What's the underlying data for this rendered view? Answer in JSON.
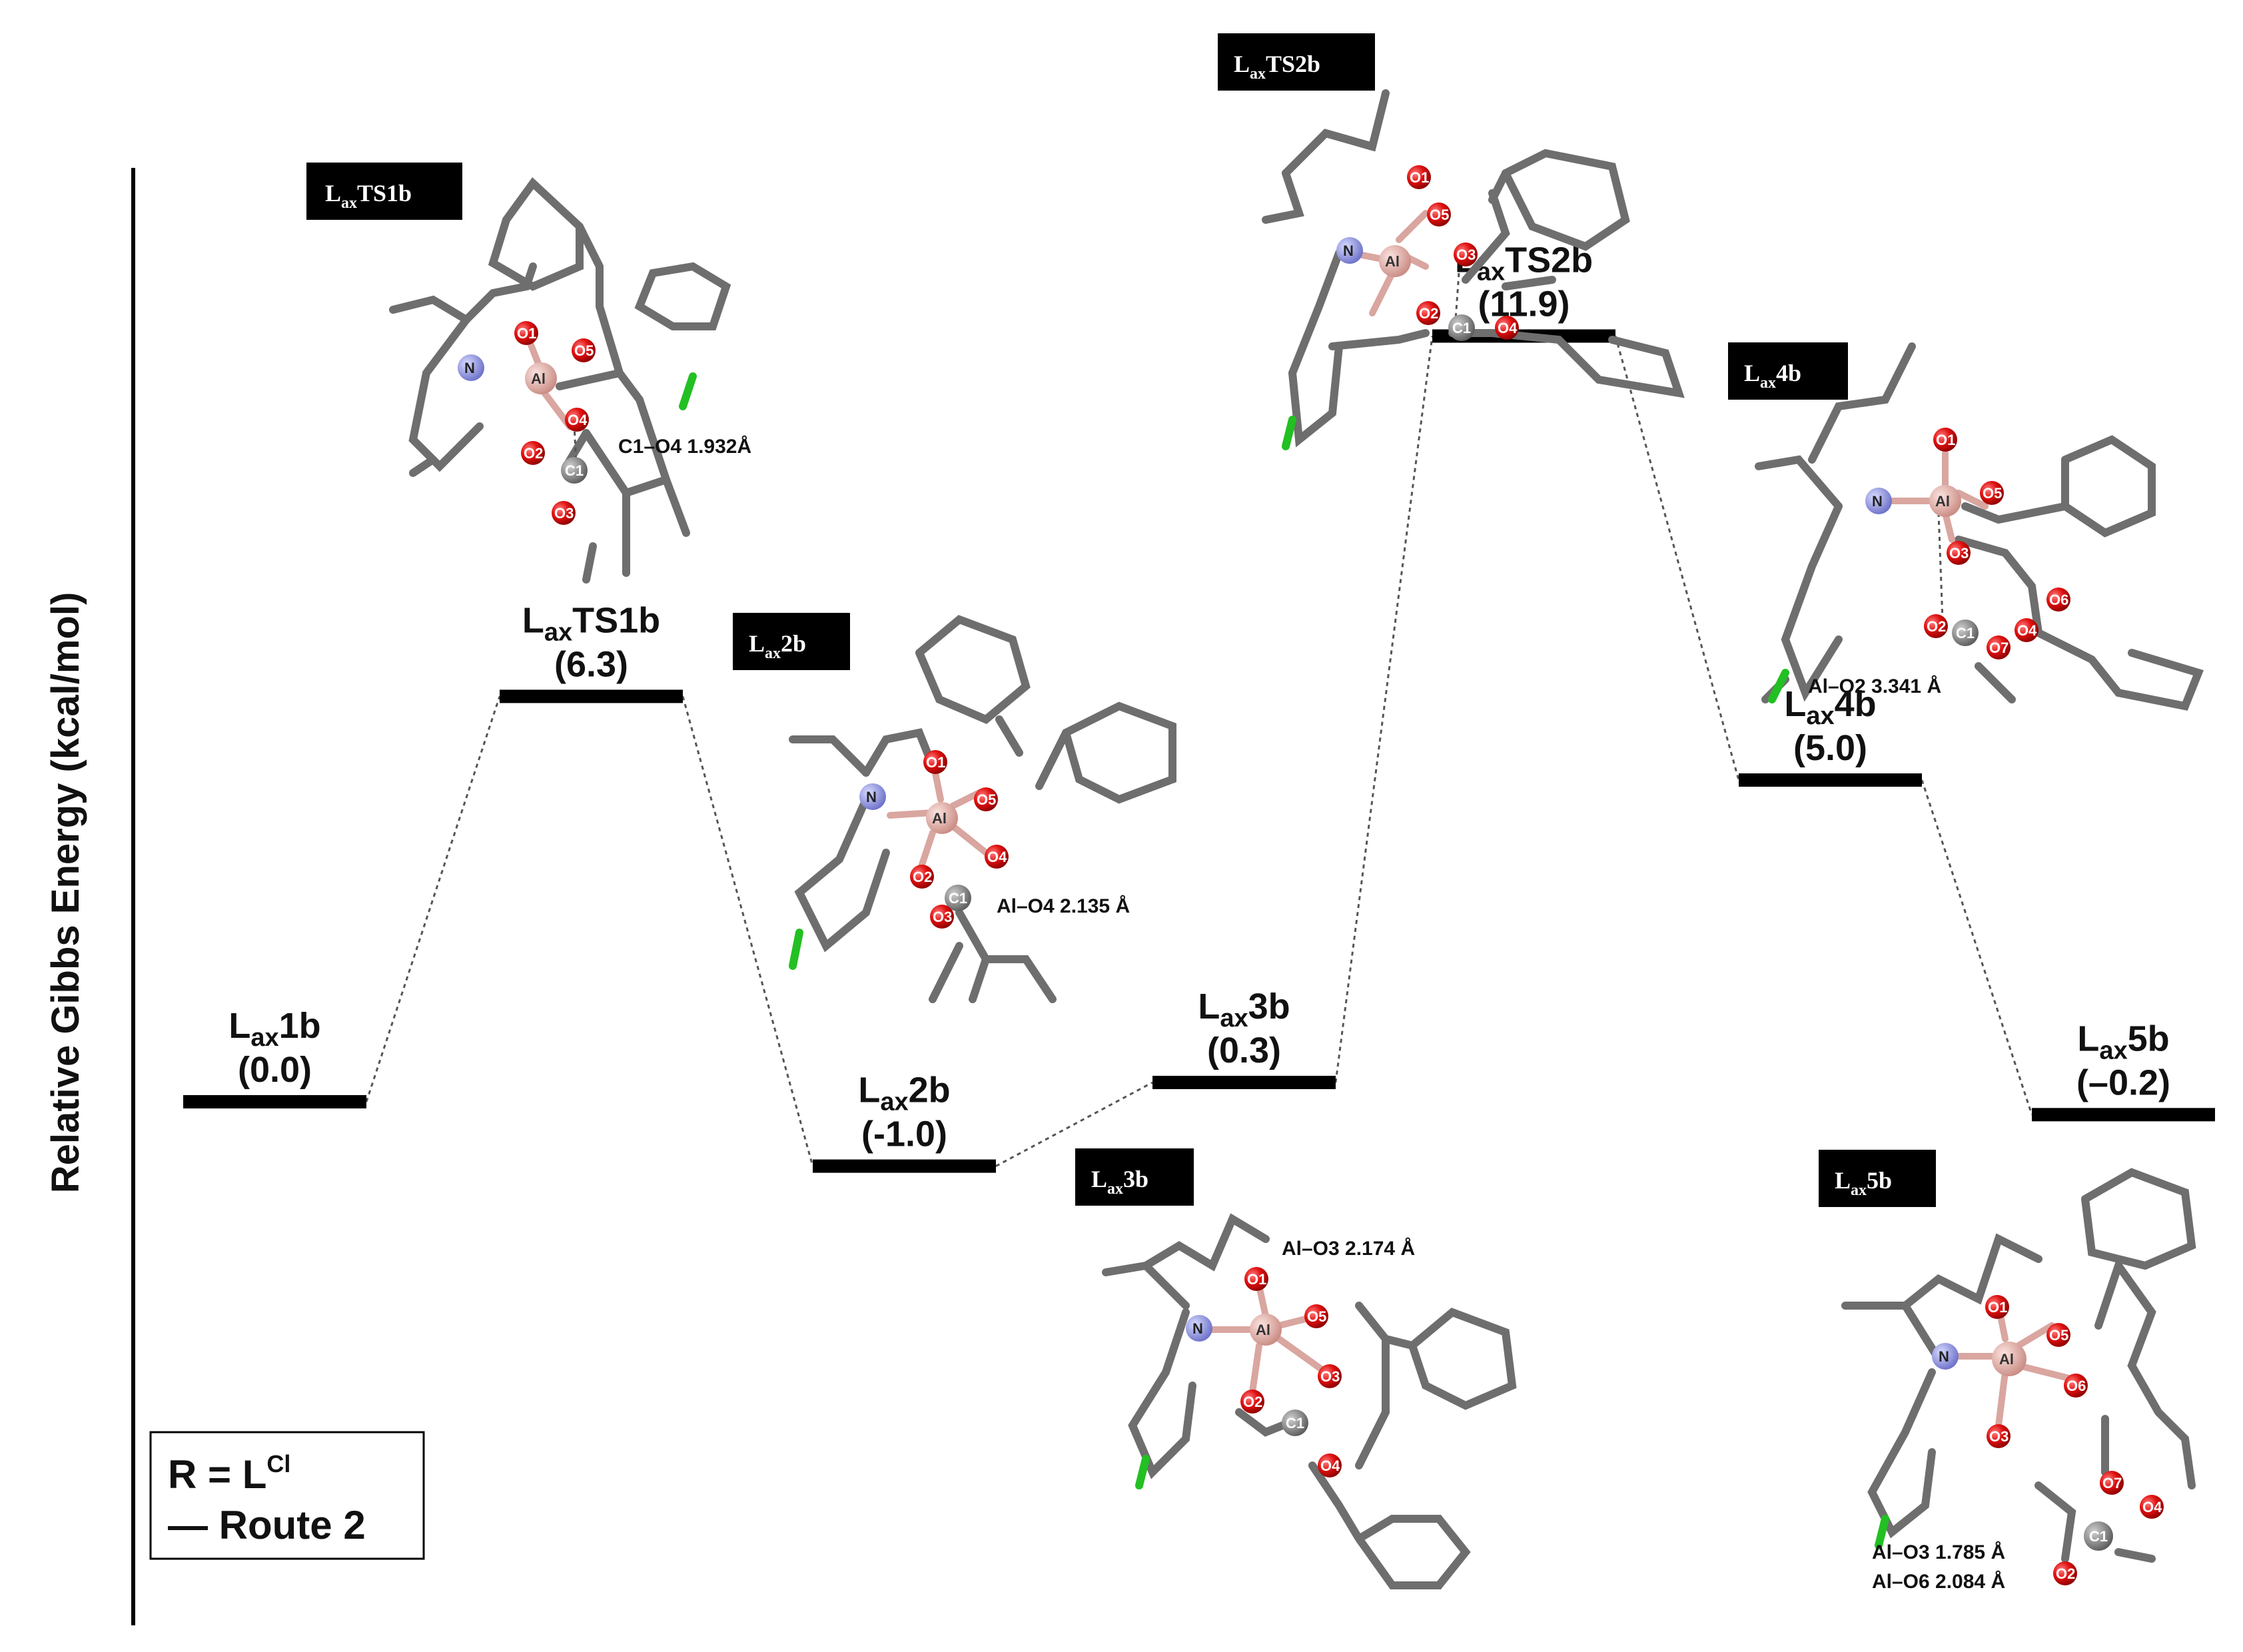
{
  "axis_label": "Relative Gibbs Energy (kcal/mol)",
  "legend": {
    "line1_main": "R = L",
    "line1_sup": "Cl",
    "line2": "— Route 2"
  },
  "levels": [
    {
      "id": "1b",
      "name": "L",
      "sub": "ax",
      "suffix": "1b",
      "value_label": "(0.0)",
      "energy": 0.0
    },
    {
      "id": "TS1b",
      "name": "L",
      "sub": "ax",
      "suffix": "TS1b",
      "value_label": "(6.3)",
      "energy": 6.3
    },
    {
      "id": "2b",
      "name": "L",
      "sub": "ax",
      "suffix": "2b",
      "value_label": "(-1.0)",
      "energy": -1.0
    },
    {
      "id": "3b",
      "name": "L",
      "sub": "ax",
      "suffix": "3b",
      "value_label": "(0.3)",
      "energy": 0.3
    },
    {
      "id": "TS2b",
      "name": "L",
      "sub": "ax",
      "suffix": "TS2b",
      "value_label": "(11.9)",
      "energy": 11.9
    },
    {
      "id": "4b",
      "name": "L",
      "sub": "ax",
      "suffix": "4b",
      "value_label": "(5.0)",
      "energy": 5.0
    },
    {
      "id": "5b",
      "name": "L",
      "sub": "ax",
      "suffix": "5b",
      "value_label": "(–0.2)",
      "energy": -0.2
    }
  ],
  "structure_boxes": {
    "TS1b": {
      "main": "L",
      "sub": "ax",
      "suffix": "TS1b"
    },
    "TS2b": {
      "main": "L",
      "sub": "ax",
      "suffix": "TS2b"
    },
    "2b": {
      "main": "L",
      "sub": "ax",
      "suffix": "2b"
    },
    "4b": {
      "main": "L",
      "sub": "ax",
      "suffix": "4b"
    },
    "3b": {
      "main": "L",
      "sub": "ax",
      "suffix": "3b"
    },
    "5b": {
      "main": "L",
      "sub": "ax",
      "suffix": "5b"
    }
  },
  "annotations": {
    "ts1b": "C1–O4 1.932Å",
    "s2b": "Al–O4 2.135 Å",
    "s4b": "Al–O2 3.341 Å",
    "s3b": "Al–O3 2.174 Å",
    "s5b_line1": "Al–O3 1.785 Å",
    "s5b_line2": "Al–O6 2.084 Å"
  },
  "atom_labels": {
    "N": "N",
    "Al": "Al",
    "C1": "C1",
    "O1": "O1",
    "O2": "O2",
    "O3": "O3",
    "O4": "O4",
    "O5": "O5",
    "O6": "O6",
    "O7": "O7"
  },
  "colors": {
    "level_bar": "#000000",
    "connector": "#555555",
    "bond": "#6e6e6e",
    "oxygen": "#e01010",
    "nitrogen": "#8a8fe0",
    "aluminum": "#e8b0a8",
    "carbon_c1": "#8a8a8a",
    "chlorine": "#22c022",
    "label_box": "#000000"
  }
}
